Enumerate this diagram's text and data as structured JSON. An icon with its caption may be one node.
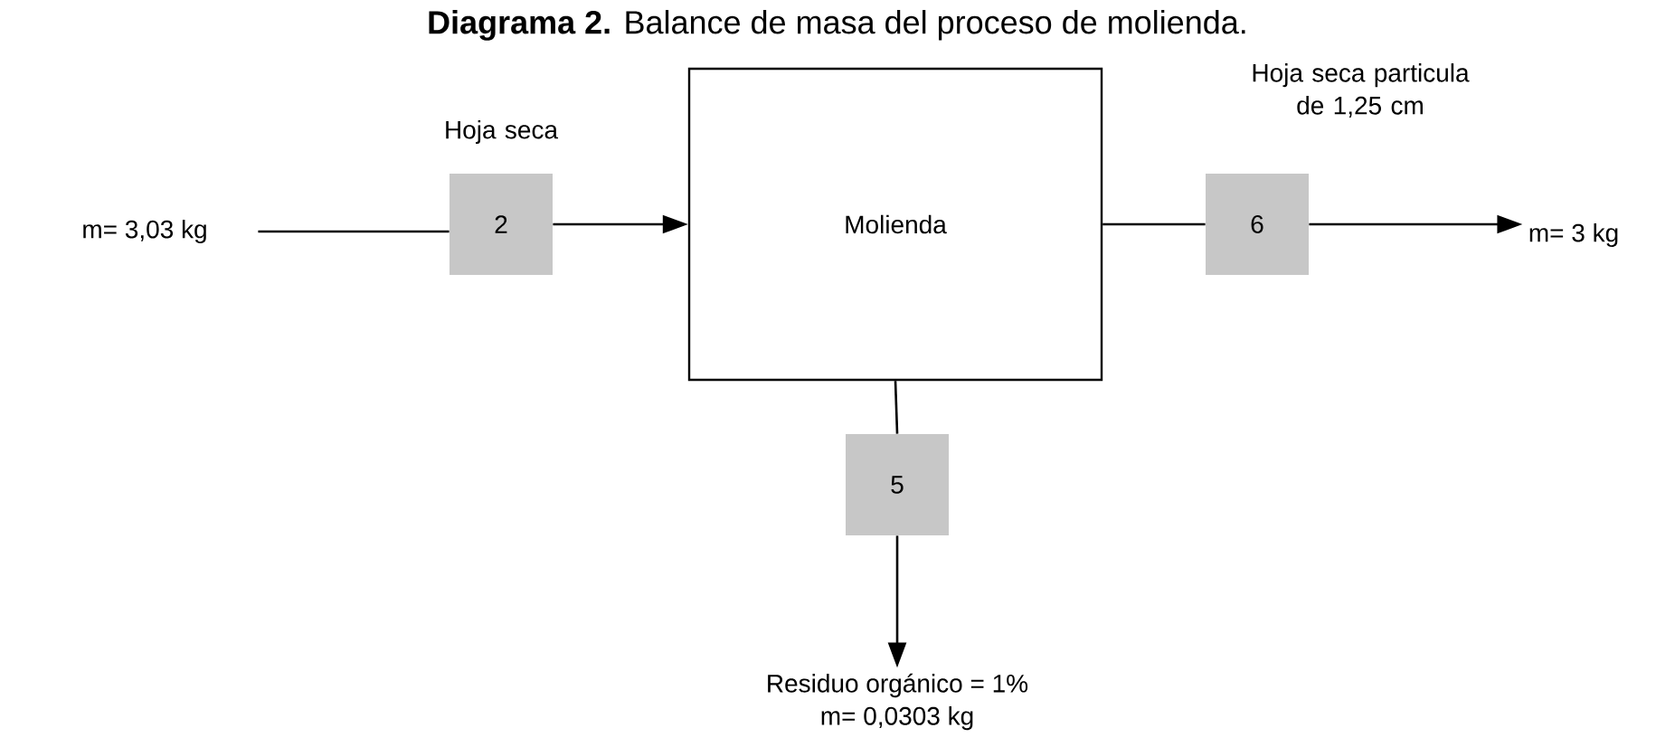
{
  "diagram": {
    "title": "**Diagrama 2.** Balance de masa del proceso de molienda.",
    "nodes": [
      {
        "text": [
          "m= 3,03 kg"
        ]
      },
      {
        "text": [
          "2"
        ],
        "beside": [
          "Hoja seca"
        ]
      },
      {
        "text": [
          "Molienda"
        ]
      },
      {
        "text": [
          "6"
        ],
        "beside": [
          "Hoja seca particula de 1,25 cm"
        ]
      },
      {
        "text": [
          "m= 3 kg"
        ]
      },
      {
        "text": [
          "5"
        ]
      },
      {
        "text": [
          "Residuo orgánico = 1%",
          "m= 0,0303 kg"
        ]
      }
    ],
    "edges": [
      {
        "from": 0,
        "to": 1,
        "arrow": "none"
      },
      {
        "from": 1,
        "to": 2,
        "arrow": "to"
      },
      {
        "from": 2,
        "to": 3,
        "arrow": "none"
      },
      {
        "from": 3,
        "to": 4,
        "arrow": "to"
      },
      {
        "from": 2,
        "to": 5,
        "arrow": "none"
      },
      {
        "from": 5,
        "to": 6,
        "arrow": "to"
      }
    ]
  }
}
